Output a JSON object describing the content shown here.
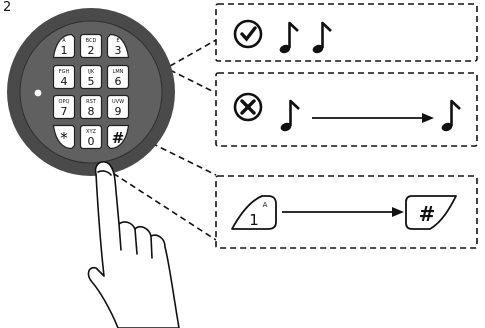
{
  "step_number": "2",
  "keypad": {
    "keys": [
      {
        "digit": "1",
        "letters": "A"
      },
      {
        "digit": "2",
        "letters": "BCD"
      },
      {
        "digit": "3",
        "letters": "E"
      },
      {
        "digit": "4",
        "letters": "FGH"
      },
      {
        "digit": "5",
        "letters": "IJK"
      },
      {
        "digit": "6",
        "letters": "LMN"
      },
      {
        "digit": "7",
        "letters": "OPQ"
      },
      {
        "digit": "8",
        "letters": "RST"
      },
      {
        "digit": "9",
        "letters": "UVW"
      },
      {
        "digit": "*",
        "letters": ""
      },
      {
        "digit": "0",
        "letters": "XYZ"
      },
      {
        "digit": "#",
        "letters": ""
      }
    ]
  },
  "panels": {
    "success": {
      "status_icon": "checkmark-circle-icon",
      "beeps": 2,
      "note_icon": "music-note-icon"
    },
    "error": {
      "status_icon": "x-circle-icon",
      "beeps": 2,
      "note_icon": "music-note-icon",
      "arrow": "long-arrow-icon"
    },
    "sequence": {
      "first_key": {
        "digit": "1",
        "letters": "A"
      },
      "last_key": {
        "digit": "#"
      },
      "arrow": "long-arrow-icon"
    }
  }
}
